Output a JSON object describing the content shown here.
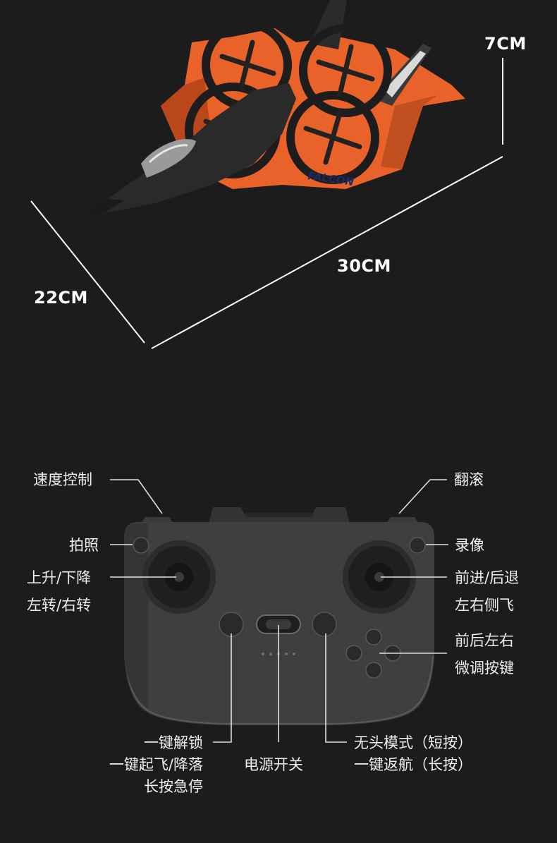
{
  "drone": {
    "brand_text": "FALCON",
    "dimensions": {
      "height": "7CM",
      "length": "30CM",
      "width": "22CM"
    }
  },
  "controller": {
    "labels": {
      "speed": "速度控制",
      "roll": "翻滚",
      "photo": "拍照",
      "video": "录像",
      "up_down": "上升/下降",
      "turn": "左转/右转",
      "forward_back": "前进/后退",
      "side_fly": "左右侧飞",
      "trim_1": "前后左右",
      "trim_2": "微调按键",
      "unlock_1": "一键解锁",
      "unlock_2": "一键起飞/降落",
      "unlock_3": "长按急停",
      "power": "电源开关",
      "headless_1": "无头模式（短按）",
      "headless_2": "一键返航（长按）"
    }
  }
}
